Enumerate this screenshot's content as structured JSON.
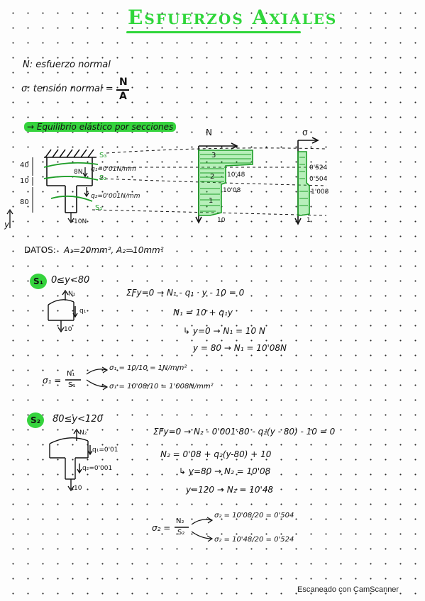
{
  "title": "Esfuerzos Axiales",
  "defs": {
    "n_def": "N: esfuerzo normal",
    "sigma_def": "σ: tensión normal =",
    "sigma_num": "N",
    "sigma_den": "A"
  },
  "section": {
    "heading": "→ Equilibrio elástico por secciones"
  },
  "diagram": {
    "dim_40": "40",
    "dim_10": "10",
    "dim_80": "80",
    "s3": "S₃",
    "s2": "S₂",
    "s1": "S₁",
    "n8": "8N",
    "q1": "q₁=0'01N/mm",
    "q2": "q₂=0'001N/mm",
    "load": "10N",
    "axis_y": "y",
    "n_axis": "N",
    "sigma_axis": "σ",
    "n_val_top": "10'48",
    "n_val_mid": "10'08",
    "n_val_bot": "10",
    "s_val_1": "0'524",
    "s_val_2": "0'504",
    "s_val_3": "1'008",
    "s_val_4": "1",
    "reg_3": "3",
    "reg_2": "2",
    "reg_1": "1"
  },
  "datos": {
    "label": "DATOS:",
    "a1": "A₁=20mm²,",
    "a2": "A₂=10mm²"
  },
  "s1_block": {
    "tag": "S₁",
    "range": "0≤y<80",
    "n_label": "N₁",
    "q_label": "q₁",
    "load": "10",
    "eq1": "ΣFy=0 → N₁ - q₁ · y - 10 = 0",
    "eq2": "N₁ = 10 + q₁y",
    "eq3": "↳ y=0 → N₁ = 10 N",
    "eq4": "y = 80 → N₁ = 10'08N",
    "sigma_lhs": "σ₁ =",
    "sigma_num": "N₁",
    "sigma_den": "S₁",
    "res1": "σ₁ = 10/10 = 1N/mm²",
    "res2": "σ₁ = 10'08/10 = 1'008N/mm²"
  },
  "s2_block": {
    "tag": "S₂",
    "range": "80≤y<120",
    "n_label": "N₂",
    "q_top": "q₁=0'01",
    "q_bot": "q₂=0'001",
    "load": "10",
    "eq1": "ΣFy=0 → N₂ - 0'001·80 - q₂(y - 80) - 10 = 0",
    "eq2": "N₂ = 0'08 + q₂(y-80) + 10",
    "eq3": "↳ y=80 → N₂ = 10'08",
    "eq4": "y=120 → N₂ = 10'48",
    "sigma_lhs": "σ₂ =",
    "sigma_num": "N₂",
    "sigma_den": "S₂",
    "res1": "σ₂ = 10'08/20 = 0'504",
    "res2": "σ₂ = 10'48/20 = 0'524"
  },
  "footer": "Escaneado con CamScanner"
}
